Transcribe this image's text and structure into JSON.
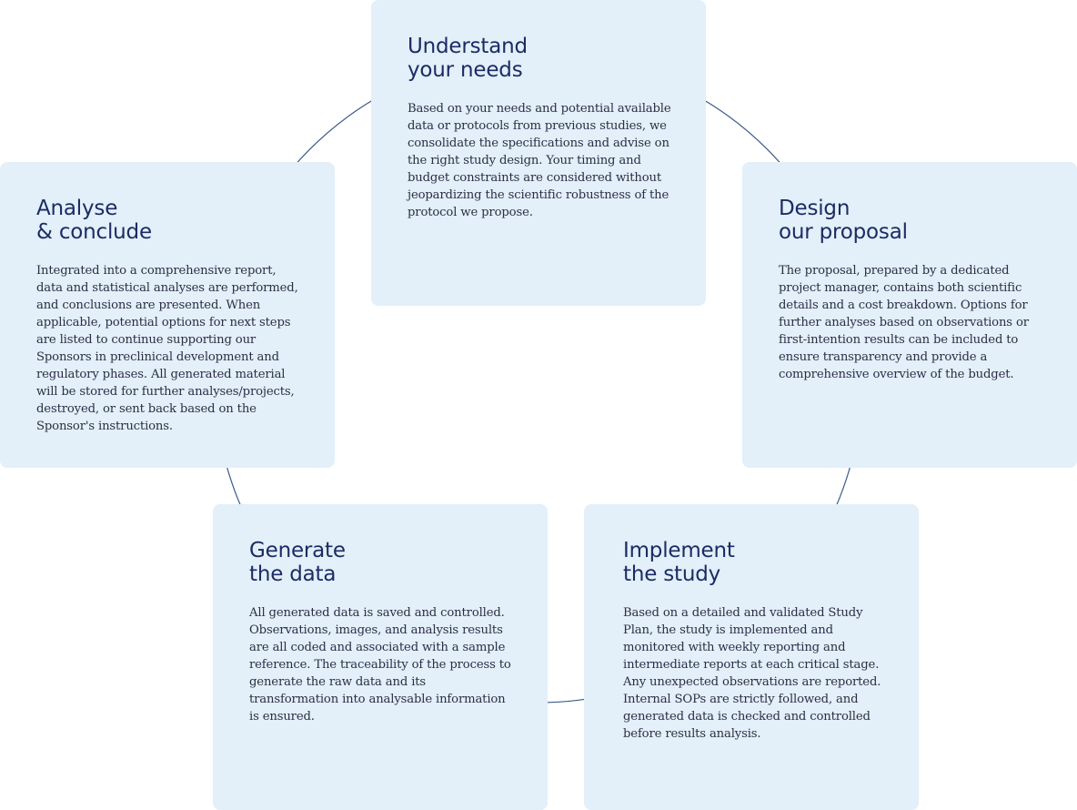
{
  "steps": [
    {
      "title_line1": "Understand",
      "title_line2": "your needs",
      "body": "Based on your needs and potential available data or protocols from  previous studies, we consolidate the specifications and advise on the  right study design. Your timing and budget constraints are considered  without jeopardizing the scientific robustness of the protocol we propose."
    },
    {
      "title_line1": "Design",
      "title_line2": "our proposal",
      "body": "The proposal, prepared by a dedicated project manager, contains both  scientific details and a cost breakdown. Options for further analyses  based on observations or first-intention results can be included to ensure transparency and provide a comprehensive overview of the budget."
    },
    {
      "title_line1": "Implement",
      "title_line2": "the study",
      "body": "Based on a detailed and validated Study Plan, the study is implemented  and monitored with weekly reporting and intermediate reports at each  critical stage. Any unexpected observations are reported. Internal SOPs are strictly followed, and generated data is checked and controlled before results analysis."
    },
    {
      "title_line1": "Generate",
      "title_line2": "the data",
      "body": "All generated data is saved and controlled. Observations, images, and  analysis results are all coded and associated with a sample reference.  The traceability of the process to generate the raw data and its transformation into analysable information is ensured."
    },
    {
      "title_line1": "Analyse",
      "title_line2": "& conclude",
      "body": "Integrated into a comprehensive report, data and statistical analyses  are performed, and conclusions are presented. When applicable, potential options for next steps are listed to continue supporting our Sponsors  in preclinical development and regulatory phases. All generated  material will be stored for further analyses/projects, destroyed, or  sent back based on the Sponsor's instructions."
    }
  ],
  "colors": {
    "card_background": "#e3eff9",
    "title": "#1c2c63",
    "body_text": "#2b2f45",
    "connector_line": "#3c5a8c"
  }
}
